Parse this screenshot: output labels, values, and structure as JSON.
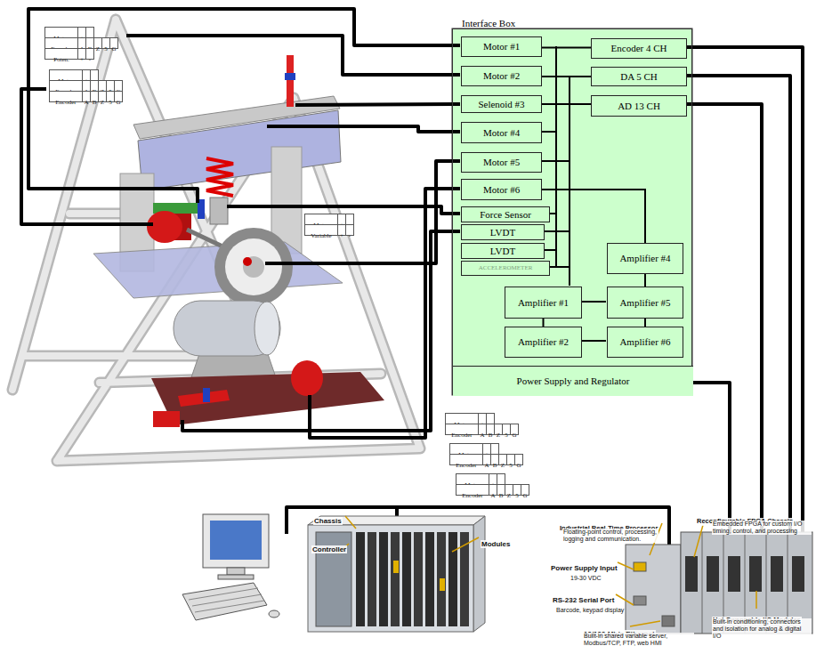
{
  "diagram": {
    "nodes": [
      {
        "text": [
          "Interface Box"
        ]
      },
      {
        "text": [
          "Motor #1"
        ],
        "in": 0
      },
      {
        "text": [
          "Encoder 4 CH"
        ],
        "in": 0
      },
      {
        "text": [
          "Motor #2"
        ],
        "in": 0
      },
      {
        "text": [
          "DA 5 CH"
        ],
        "in": 0
      },
      {
        "text": [
          "Selenoid #3"
        ],
        "in": 0
      },
      {
        "text": [
          "AD 13 CH"
        ],
        "in": 0
      },
      {
        "text": [
          "Motor #4"
        ],
        "in": 0
      },
      {
        "text": [
          "Motor #5"
        ],
        "in": 0
      },
      {
        "text": [
          "Motor #6"
        ],
        "in": 0
      },
      {
        "text": [
          "Force Sensor"
        ],
        "in": 0
      },
      {
        "text": [
          "LVDT"
        ],
        "in": 0
      },
      {
        "text": [
          "LVDT"
        ],
        "in": 0
      },
      {
        "text": [
          "Amplifier #4"
        ],
        "in": 0
      },
      {
        "text": [
          "ACCELEROMETER"
        ],
        "in": 0
      },
      {
        "text": [
          "Amplifier #1"
        ],
        "in": 0
      },
      {
        "text": [
          "Amplifier #5"
        ],
        "in": 0
      },
      {
        "text": [
          "Amplifier #2"
        ],
        "in": 0
      },
      {
        "text": [
          "Amplifier #6"
        ],
        "in": 0
      },
      {
        "text": [
          "Power Supply and Regulator"
        ],
        "in": 0
      }
    ],
    "edges": [
      {
        "from": 1,
        "to": 2,
        "arrow": "none"
      },
      {
        "from": 3,
        "to": 4,
        "arrow": "none"
      },
      {
        "from": 5,
        "to": 6,
        "arrow": "none"
      },
      {
        "from": 9,
        "to": 13,
        "arrow": "none"
      },
      {
        "from": 13,
        "to": 16,
        "arrow": "none"
      },
      {
        "from": 15,
        "to": 17,
        "arrow": "none"
      },
      {
        "from": 16,
        "to": 18,
        "arrow": "none"
      }
    ],
    "labels": [
      "Motor",
      "+",
      "-",
      "Encoder",
      "A",
      "B",
      "Z",
      "5",
      "G",
      "Poten.",
      "+",
      "-",
      "Motor",
      "+",
      "-",
      "Encoder",
      "A",
      "B",
      "Z",
      "5",
      "G",
      "Encoder",
      "A",
      "B",
      "Z",
      "5",
      "G",
      "Motor",
      "+",
      "-",
      "Variable",
      "+",
      "-",
      "Motor",
      "+",
      "-",
      "Encoder",
      "A",
      "B",
      "Z",
      "5",
      "G",
      "Motor",
      "+",
      "-",
      "Encoder",
      "A",
      "B",
      "Z",
      "5",
      "G",
      "Motor",
      "+",
      "-",
      "Encoder",
      "A",
      "B",
      "Z",
      "5",
      "G",
      "Chassis",
      "Controller",
      "Modules",
      "Industrial Real-Time Processor",
      "Floating-point control, processing, logging and communication.",
      "Power Supply Input",
      "19-30 VDC",
      "RS-232 Serial Port",
      "Barcode, keypad display",
      "10/100 Mb/s Ethernet",
      "Built-in shared variable server, Modbus/TCP, FTP, web HMI",
      "Reconfigurable FPGA Chassis",
      "Embedded FPGA for custom I/O timing, control, and processing",
      "Hot-Swappable I/O Modules",
      "Built-in conditioning, connectors and isolation for analog & digital I/O"
    ]
  }
}
